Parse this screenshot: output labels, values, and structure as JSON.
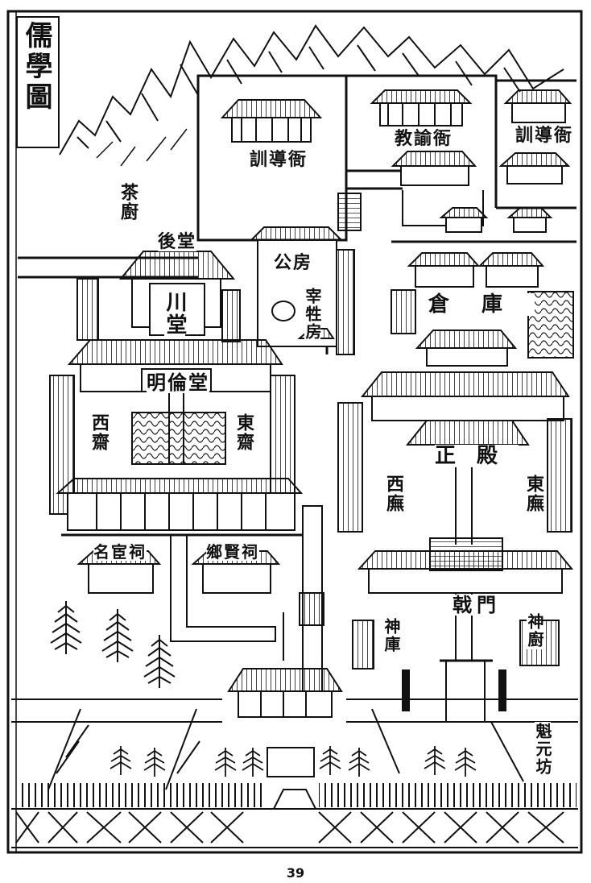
{
  "title": "儒學圖",
  "labels": {
    "ci_lou": "茶廚",
    "xundao_shu_left": "訓導衙",
    "jiaoyu_shu": "教諭衙",
    "xundao_shu_right": "訓導衙",
    "hou_tang": "後堂",
    "chuan_tang": "川堂",
    "gong_fang": "公房",
    "yi_fang": "宰牲房",
    "cang_ku": "倉庫",
    "minglun_tang": "明倫堂",
    "xi_zhai": "西齋",
    "dong_zhai": "東齋",
    "zheng_dian": "正殿",
    "xi_wu": "西廡",
    "dong_wu": "東廡",
    "mingyi_ci": "名宦祠",
    "xiangxian_ci": "鄉賢祠",
    "ji_men": "戟門",
    "shen_ku": "神庫",
    "shen_chu": "神廚",
    "zhuangyuan_fang": "魁元坊"
  },
  "page_number": "39"
}
